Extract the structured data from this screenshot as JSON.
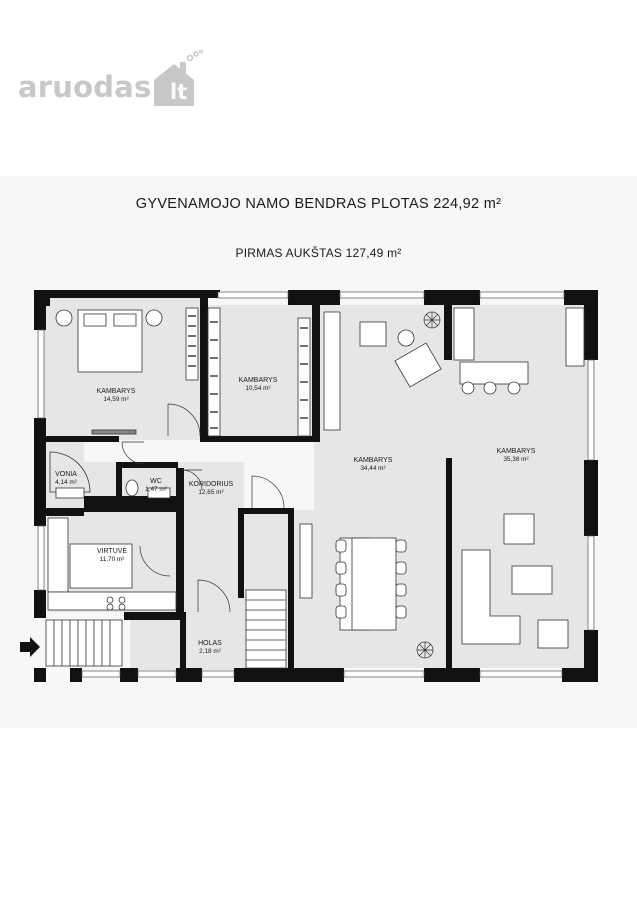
{
  "logo": {
    "name": "aruodas",
    "tld": "lt"
  },
  "header": {
    "title": "GYVENAMOJO NAMO BENDRAS PLOTAS 224,92 m²",
    "subtitle": "PIRMAS AUKŠTAS 127,49 m²"
  },
  "rooms": {
    "bedroom1": {
      "label": "KAMBARYS",
      "area": "14,59 m²"
    },
    "bedroom2": {
      "label": "KAMBARYS",
      "area": "10,54 m²"
    },
    "living": {
      "label": "KAMBARYS",
      "area": "34,44 m²"
    },
    "living2": {
      "label": "KAMBARYS",
      "area": "35,38 m²"
    },
    "bath": {
      "label": "VONIA",
      "area": "4,14 m²"
    },
    "wc": {
      "label": "WC",
      "area": "1,47 m²"
    },
    "corridor": {
      "label": "KORIDORIUS",
      "area": "12,65 m²"
    },
    "kitchen": {
      "label": "VIRTUVĖ",
      "area": "11,70 m²"
    },
    "hall": {
      "label": "HOLAS",
      "area": "2,18 m²"
    }
  },
  "colors": {
    "wall": "#111111",
    "floor": "#e6e6e6",
    "band": "#f7f7f7",
    "logo": "#c8c8c8"
  }
}
